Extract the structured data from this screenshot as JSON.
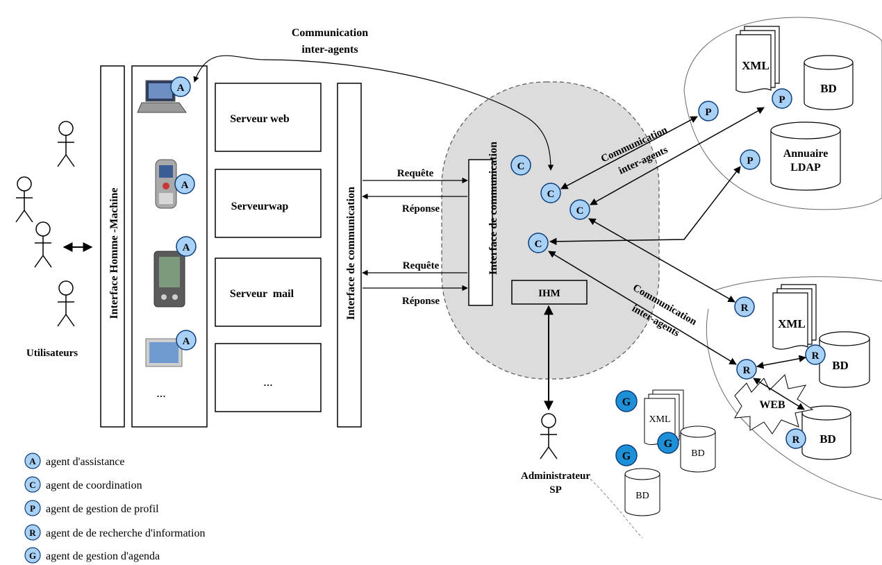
{
  "top_communication": {
    "line1": "Communication",
    "line2": "inter-agents"
  },
  "users_label": "Utilisateurs",
  "ihm_vertical": "Interface Homme -Machine",
  "device_ellipsis": "...",
  "servers": {
    "web": "Serveur web",
    "wap": "Serveurwap",
    "mail": "Serveur  mail",
    "more": "..."
  },
  "comm_interface_vertical": "Interface de communication",
  "comm_interface_inner": "Interface de communication",
  "requests": {
    "req1": "Requête",
    "rep1": "Réponse",
    "req2": "Requête",
    "rep2": "Réponse"
  },
  "ihm_box": "IHM",
  "admin": {
    "line1": "Administrateur",
    "line2": "SP"
  },
  "comm_mid": {
    "line1": "Communication",
    "line2": "inter-agents"
  },
  "comm_lower": {
    "line1": "Communication",
    "line2": "inter-agents"
  },
  "profile_cluster": {
    "xml": "XML",
    "bd": "BD",
    "ldap_line1": "Annuaire",
    "ldap_line2": "LDAP"
  },
  "research_cluster": {
    "xml": "XML",
    "bd1": "BD",
    "bd2": "BD",
    "web": "WEB"
  },
  "agenda_cluster": {
    "xml": "XML",
    "bd1": "BD",
    "bd2": "BD"
  },
  "agent_letters": {
    "A": "A",
    "C": "C",
    "P": "P",
    "R": "R",
    "G": "G"
  },
  "legend": [
    {
      "letter": "A",
      "label": "agent d'assistance"
    },
    {
      "letter": "C",
      "label": "agent de coordination"
    },
    {
      "letter": "P",
      "label": "agent de gestion de profil"
    },
    {
      "letter": "R",
      "label": "agent de de recherche d'information"
    },
    {
      "letter": "G",
      "label": "agent de gestion d'agenda"
    }
  ],
  "colors": {
    "agent_light": "#a9d1f5",
    "agent_dark": "#1e90d8",
    "coord_zone": "#dcdcdc",
    "line": "#000000"
  }
}
